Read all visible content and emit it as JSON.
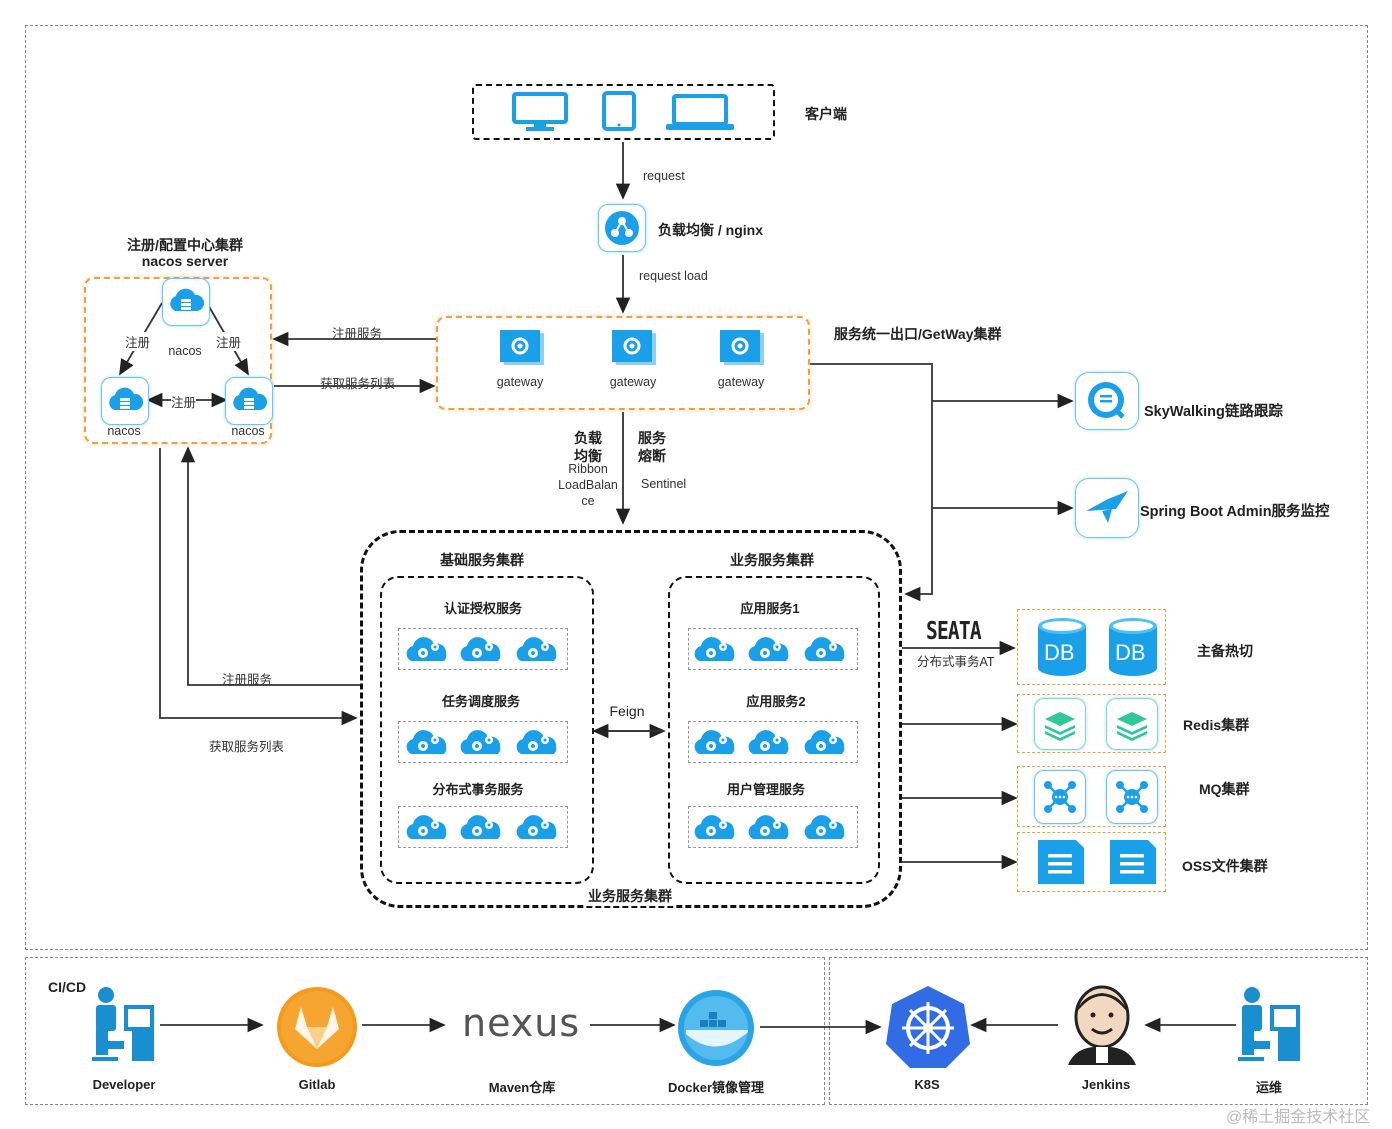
{
  "client": {
    "label": "客户端"
  },
  "flow": {
    "request": "request",
    "lb_label": "负载均衡 / nginx",
    "request_load": "request load"
  },
  "nacos": {
    "title_line1": "注册/配置中心集群",
    "title_line2": "nacos server",
    "node_label": "nacos",
    "edge_register": "注册",
    "register_service": "注册服务",
    "fetch_list": "获取服务列表"
  },
  "gateway": {
    "cluster_label": "服务统一出口/GetWay集群",
    "node_label": "gateway"
  },
  "routing": {
    "lb1": "负载",
    "lb2": "均衡",
    "ribbon": "Ribbon",
    "loadbalance1": "LoadBalan",
    "loadbalance2": "ce",
    "cb1": "服务",
    "cb2": "熔断",
    "sentinel": "Sentinel"
  },
  "monitor": {
    "skywalking": "SkyWalking链路跟踪",
    "sba": "Spring Boot Admin服务监控"
  },
  "services": {
    "base_cluster": "基础服务集群",
    "biz_cluster_title": "业务服务集群",
    "outer_label": "业务服务集群",
    "auth": "认证授权服务",
    "task": "任务调度服务",
    "dist": "分布式事务服务",
    "app1": "应用服务1",
    "app2": "应用服务2",
    "user": "用户管理服务",
    "feign": "Feign",
    "left_register": "注册服务",
    "left_fetch": "获取服务列表"
  },
  "infra": {
    "seata": "SEATA",
    "seata_sub": "分布式事务AT",
    "db": "DB",
    "db_label": "主备热切",
    "redis": "Redis集群",
    "mq": "MQ集群",
    "oss": "OSS文件集群"
  },
  "cicd": {
    "title": "CI/CD",
    "developer": "Developer",
    "gitlab": "Gitlab",
    "nexus": "nexus",
    "maven": "Maven仓库",
    "docker": "Docker镜像管理",
    "k8s": "K8S",
    "jenkins": "Jenkins",
    "ops": "运维"
  },
  "watermark": "@稀土掘金技术社区",
  "colors": {
    "blue": "#1aa0e8",
    "orange": "#f0a040",
    "green": "#2ec89a"
  }
}
